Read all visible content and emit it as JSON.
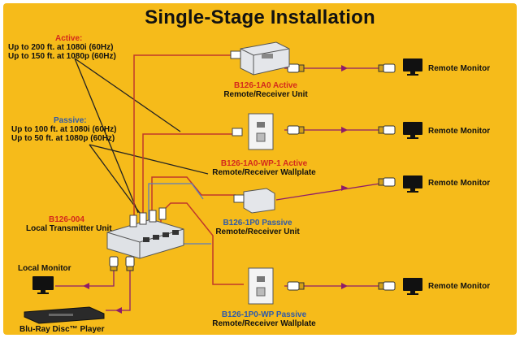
{
  "title": "Single-Stage Installation",
  "active": {
    "heading": "Active:",
    "line1": "Up to 200 ft. at 1080i (60Hz)",
    "line2": "Up to 150 ft. at 1080p (60Hz)"
  },
  "passive": {
    "heading": "Passive:",
    "line1": "Up to 100 ft. at 1080i (60Hz)",
    "line2": "Up to 50 ft. at 1080p (60Hz)"
  },
  "transmitter": {
    "model": "B126-004",
    "name": "Local Transmitter Unit"
  },
  "local_monitor": "Local Monitor",
  "player": "Blu-Ray Disc™ Player",
  "units": [
    {
      "model": "B126-1A0 Active",
      "name": "Remote/Receiver Unit",
      "monitor": "Remote Monitor"
    },
    {
      "model": "B126-1A0-WP-1 Active",
      "name": "Remote/Receiver Wallplate",
      "monitor": "Remote Monitor"
    },
    {
      "model": "B126-1P0 Passive",
      "name": "Remote/Receiver Unit",
      "monitor": "Remote Monitor"
    },
    {
      "model": "B126-1P0-WP Passive",
      "name": "Remote/Receiver Wallplate",
      "monitor": "Remote Monitor"
    }
  ],
  "colors": {
    "background": "#f6bb1a",
    "active_label": "#d42a1c",
    "passive_label": "#2f5aa8",
    "cat_cable": "#c0392b",
    "hdmi_cable": "#5a3b9c"
  }
}
